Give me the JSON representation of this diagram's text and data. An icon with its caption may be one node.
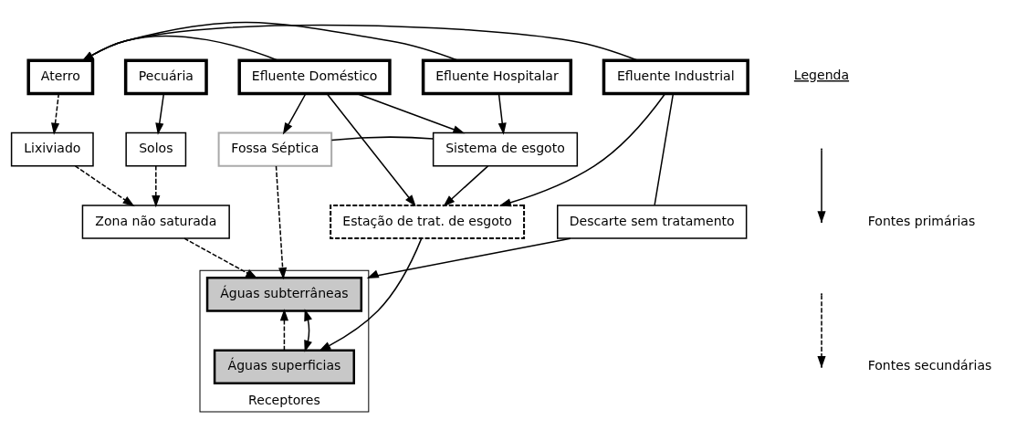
{
  "diagram": {
    "nodes": [
      {
        "text": [
          "Aterro"
        ]
      },
      {
        "text": [
          "Pecuária"
        ]
      },
      {
        "text": [
          "Efluente Doméstico"
        ]
      },
      {
        "text": [
          "Efluente Hospitalar"
        ]
      },
      {
        "text": [
          "Efluente Industrial"
        ]
      },
      {
        "text": [
          "Lixiviado"
        ]
      },
      {
        "text": [
          "Solos"
        ]
      },
      {
        "text": [
          "Fossa Séptica"
        ]
      },
      {
        "text": [
          "Sistema de esgoto"
        ]
      },
      {
        "text": [
          "Estação de trat. de esgoto"
        ]
      },
      {
        "text": [
          "Descarte sem tratamento"
        ]
      },
      {
        "text": [
          "Receptores"
        ]
      },
      {
        "text": [
          "Zona não saturada"
        ]
      },
      {
        "text": [
          "Águas subterrâneas"
        ],
        "in": 11
      },
      {
        "text": [
          "Águas superficias"
        ],
        "in": 11
      }
    ],
    "edges": [
      {
        "from": 2,
        "to": 0,
        "arrow": "to"
      },
      {
        "from": 3,
        "to": 0,
        "arrow": "to"
      },
      {
        "from": 4,
        "to": 0,
        "arrow": "to"
      },
      {
        "from": 0,
        "to": 5,
        "arrow": "to",
        "style": "dashed"
      },
      {
        "from": 1,
        "to": 6,
        "arrow": "to"
      },
      {
        "from": 2,
        "to": 7,
        "arrow": "to"
      },
      {
        "from": 2,
        "to": 8,
        "arrow": "to"
      },
      {
        "from": 2,
        "to": 9,
        "arrow": "to"
      },
      {
        "from": 3,
        "to": 8,
        "arrow": "to"
      },
      {
        "from": 7,
        "to": 8,
        "arrow": "none"
      },
      {
        "from": 8,
        "to": 9,
        "arrow": "to"
      },
      {
        "from": 4,
        "to": 9,
        "arrow": "to"
      },
      {
        "from": 4,
        "to": 10,
        "arrow": "none"
      },
      {
        "from": 5,
        "to": 12,
        "arrow": "to",
        "style": "dashed"
      },
      {
        "from": 6,
        "to": 12,
        "arrow": "to",
        "style": "dashed"
      },
      {
        "from": 7,
        "to": 13,
        "arrow": "to",
        "style": "dashed"
      },
      {
        "from": 9,
        "to": 14,
        "arrow": "to"
      },
      {
        "from": 10,
        "to": 11,
        "arrow": "to"
      },
      {
        "from": 12,
        "to": 13,
        "arrow": "to",
        "style": "dashed"
      },
      {
        "from": 14,
        "to": 13,
        "arrow": "to",
        "style": "dashed"
      },
      {
        "from": 13,
        "to": 14,
        "arrow": "both"
      }
    ],
    "labels": [
      "Legenda"
    ],
    "legend": [
      {
        "text": "Fontes primárias"
      },
      {
        "text": "Fontes secundárias"
      }
    ]
  }
}
